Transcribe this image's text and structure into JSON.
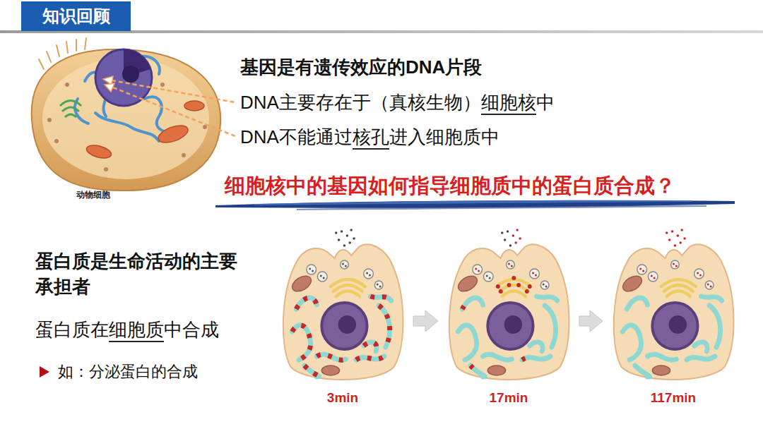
{
  "diagram": {
    "title": "知识回顾",
    "nodes": [
      {
        "text": [
          "3min"
        ]
      },
      {
        "text": [
          "17min"
        ]
      },
      {
        "text": [
          "117min"
        ]
      }
    ],
    "edges": [
      {
        "from": 0,
        "to": 1,
        "arrow": "to"
      },
      {
        "from": 1,
        "to": 2,
        "arrow": "to"
      }
    ],
    "labels": [
      "动物细胞",
      "基因是有遗传效应的DNA片段",
      "DNA主要存在于（真核生物）细胞核中",
      "DNA不能通过核孔进入细胞质中",
      "细胞核中的基因如何指导细胞质中的蛋白质合成？",
      "蛋白质是生命活动的主要承担者",
      "蛋白质在细胞质中合成",
      "如：分泌蛋白的合成"
    ]
  }
}
